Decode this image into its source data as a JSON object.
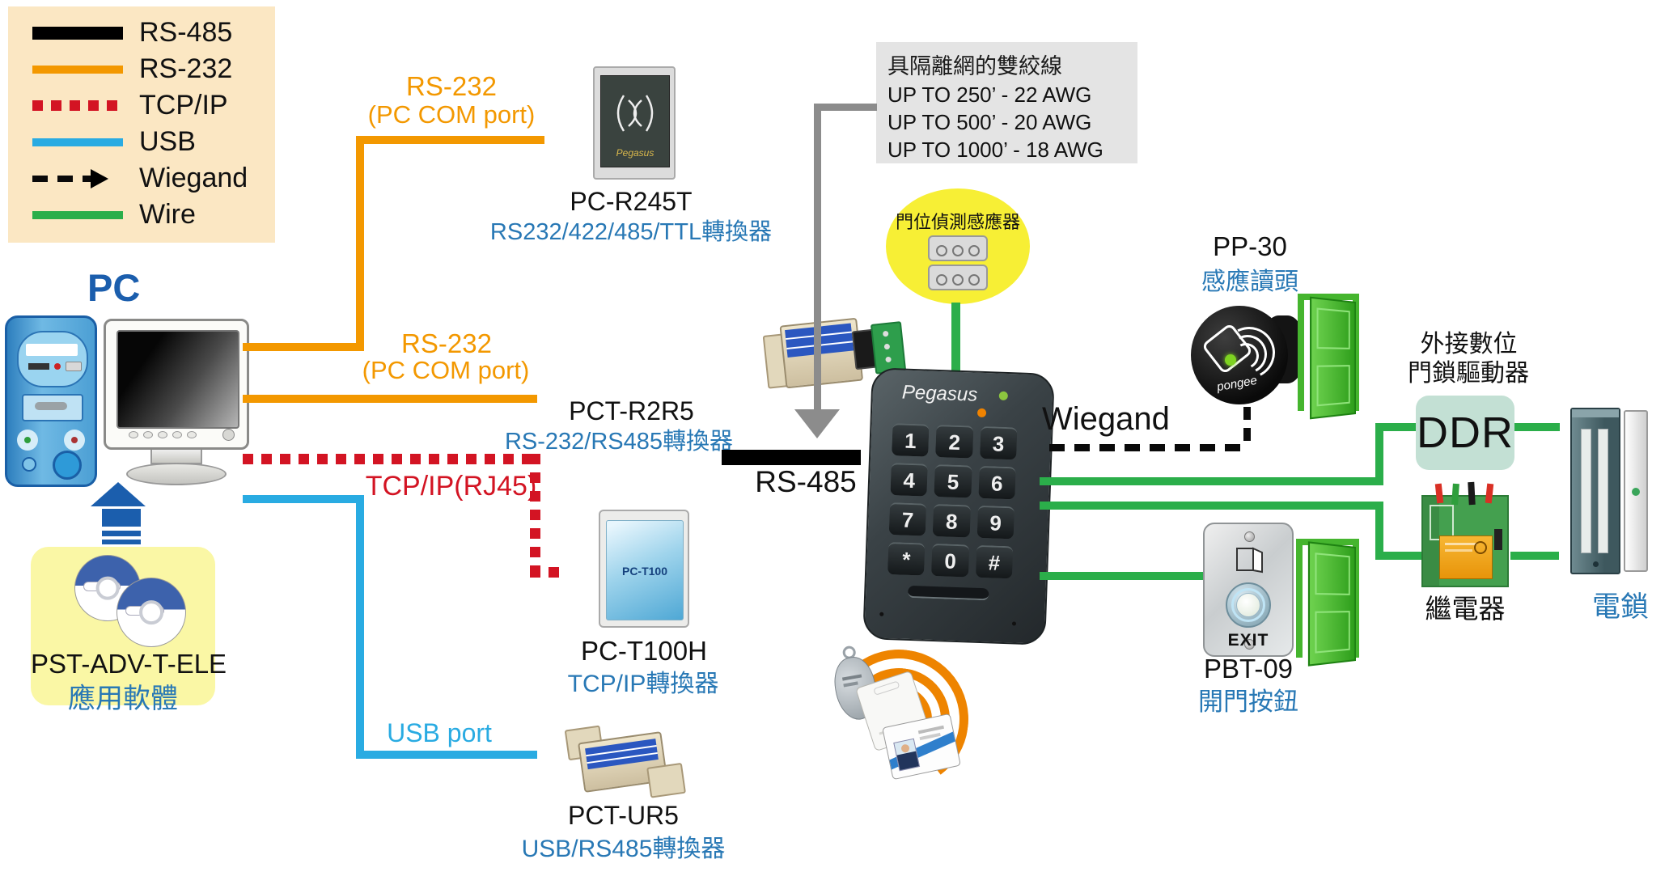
{
  "colors": {
    "rs485": "#000000",
    "rs232": "#F39800",
    "tcpip": "#D31423",
    "usb": "#29ABE2",
    "wiegand": "#000000",
    "wire": "#2BAE4A",
    "label_blue": "#2878B5",
    "pc_blue": "#1B5EAD",
    "legend_bg": "#FBE7C3",
    "spec_bg": "#E4E4E4",
    "ddr_bg": "#C3E0D4",
    "sensor_ellipse_bg": "#F7EF35",
    "software_bg": "#FAF7A5"
  },
  "legend": {
    "items": [
      {
        "label": "RS-485"
      },
      {
        "label": "RS-232"
      },
      {
        "label": "TCP/IP"
      },
      {
        "label": "USB"
      },
      {
        "label": "Wiegand"
      },
      {
        "label": "Wire"
      }
    ]
  },
  "pc": {
    "title": "PC"
  },
  "software": {
    "name": "PST-ADV-T-ELE",
    "desc": "應用軟體"
  },
  "links": {
    "rs232_top": {
      "line1": "RS-232",
      "line2": "(PC COM port)"
    },
    "rs232_mid": {
      "line1": "RS-232",
      "line2": "(PC COM port)"
    },
    "tcpip": {
      "label": "TCP/IP(RJ45)"
    },
    "usb": {
      "label": "USB port"
    },
    "rs485": {
      "label": "RS-485"
    },
    "wiegand": {
      "label": "Wiegand"
    }
  },
  "wire_spec": {
    "title": "具隔離網的雙絞線",
    "lines": [
      "UP TO 250’ - 22 AWG",
      "UP TO 500’ - 20 AWG",
      "UP TO 1000’ - 18 AWG"
    ]
  },
  "door_sensor": {
    "label": "門位偵測感應器"
  },
  "converters": {
    "pc_r245t": {
      "name": "PC-R245T",
      "desc": "RS232/422/485/TTL轉換器",
      "brand": "Pegasus"
    },
    "pct_r2r5": {
      "name": "PCT-R2R5",
      "desc": "RS-232/RS485轉換器"
    },
    "pc_t100h": {
      "name": "PC-T100H",
      "desc": "TCP/IP轉換器",
      "front_label": "PC-T100"
    },
    "pct_ur5": {
      "name": "PCT-UR5",
      "desc": "USB/RS485轉換器"
    }
  },
  "keypad": {
    "brand": "Pegasus",
    "keys": [
      "1",
      "2",
      "3",
      "4",
      "5",
      "6",
      "7",
      "8",
      "9",
      "*",
      "0",
      "#"
    ]
  },
  "reader": {
    "name": "PP-30",
    "desc": "感應讀頭",
    "brand": "pongee"
  },
  "exit_button": {
    "name": "PBT-09",
    "desc": "開門按鈕",
    "button_text": "EXIT"
  },
  "lock_driver": {
    "title_line1": "外接數位",
    "title_line2": "門鎖驅動器",
    "box_label": "DDR"
  },
  "relay": {
    "label": "繼電器"
  },
  "lock": {
    "label": "電鎖"
  }
}
